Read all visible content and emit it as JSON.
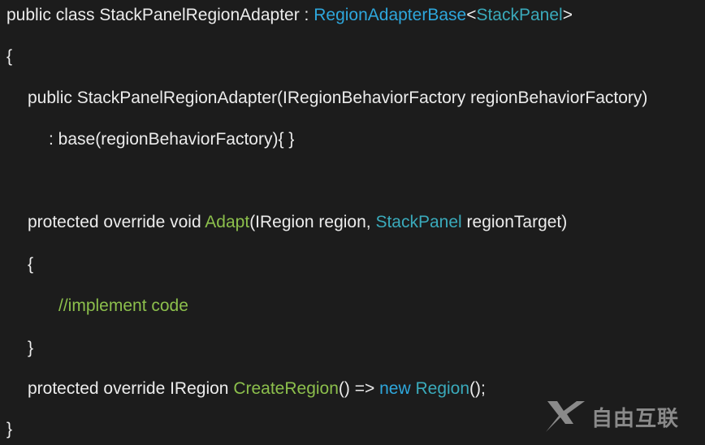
{
  "code": {
    "l1": {
      "a": "public class StackPanelRegionAdapter : ",
      "b": "RegionAdapterBase",
      "c": "<",
      "d": "StackPanel",
      "e": ">"
    },
    "l2": "{",
    "l3": "public StackPanelRegionAdapter(IRegionBehaviorFactory regionBehaviorFactory)",
    "l4": ": base(regionBehaviorFactory){ }",
    "l5": {
      "a": "protected override void ",
      "b": "Adapt",
      "c": "(IRegion region, ",
      "d": "StackPanel",
      "e": " regionTarget)"
    },
    "l6": "{",
    "l7": "//implement code",
    "l8": "}",
    "l9": {
      "a": "protected override IRegion ",
      "b": "CreateRegion",
      "c": "() => ",
      "d": "new",
      "e": " ",
      "f": "Region",
      "g": "();"
    },
    "l10": "}"
  },
  "watermark": {
    "text": "自由互联"
  },
  "colors": {
    "background": "#1c1c1c",
    "text": "#ececec",
    "type": "#2ea7dc",
    "class": "#3aaabb",
    "method": "#8cbf4c"
  }
}
